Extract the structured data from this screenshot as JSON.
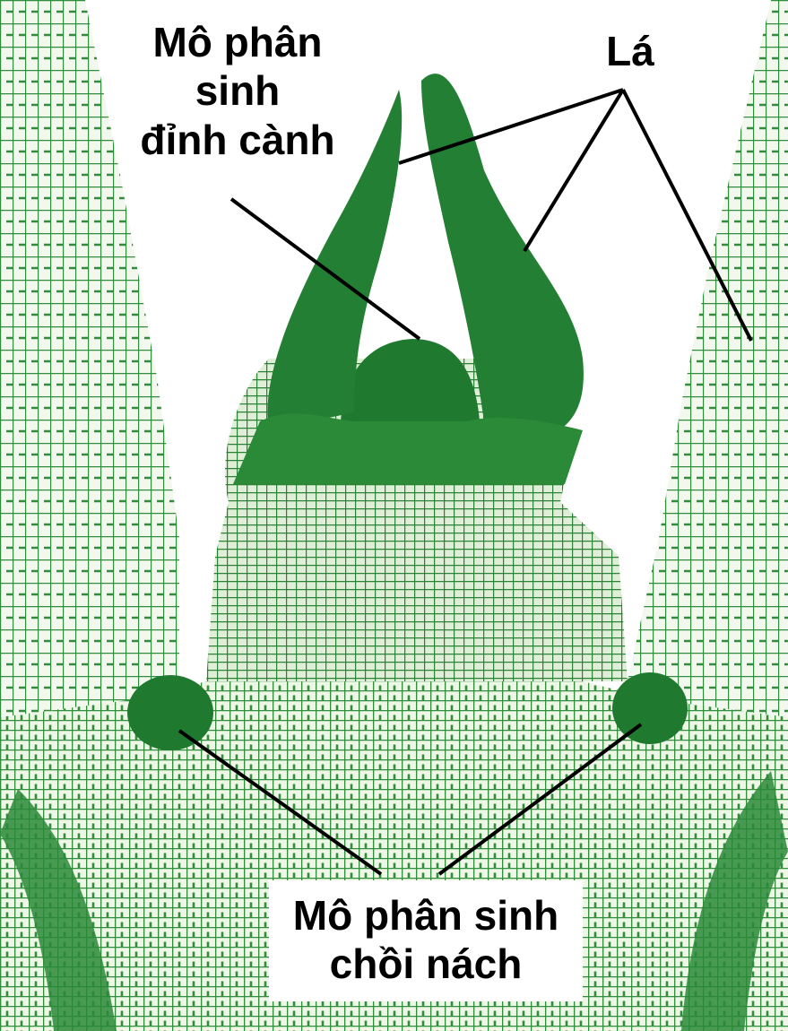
{
  "labels": {
    "apical": [
      "Mô phân",
      "sinh",
      "đỉnh cành"
    ],
    "leaf": "Lá",
    "axillary": [
      "Mô phân sinh",
      "chồi nách"
    ]
  },
  "colors": {
    "tissue": "#2e8b3c",
    "tissue_dark": "#1f6e2c",
    "cell_wall": "#3a9a45",
    "background": "#ffffff",
    "pointer": "#000000"
  }
}
